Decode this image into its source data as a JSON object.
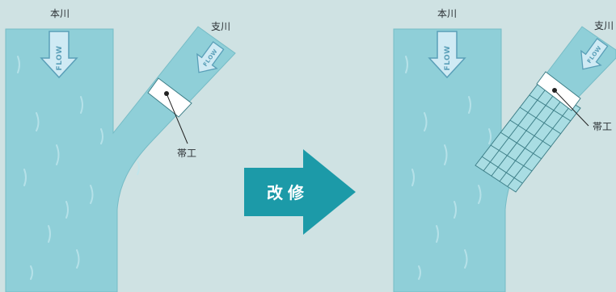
{
  "before": {
    "main_river_label": "本川",
    "tributary_label": "支川",
    "main_flow_label": "FLOW",
    "tributary_flow_label": "FLOW",
    "band_work_label": "帯工"
  },
  "transition": {
    "label": "改修"
  },
  "after": {
    "main_river_label": "本川",
    "tributary_label": "支川",
    "main_flow_label": "FLOW",
    "tributary_flow_label": "FLOW",
    "band_work_label": "帯工"
  },
  "colors": {
    "background": "#cfe2e3",
    "water": "#8fcfd8",
    "water_outline": "#76bcc6",
    "arrow_fill": "#cfeaf4",
    "arrow_stroke": "#5a9fb8",
    "transition_arrow": "#1c9aa8",
    "band_fill": "#ffffff",
    "grid_line": "#3e7f88"
  }
}
